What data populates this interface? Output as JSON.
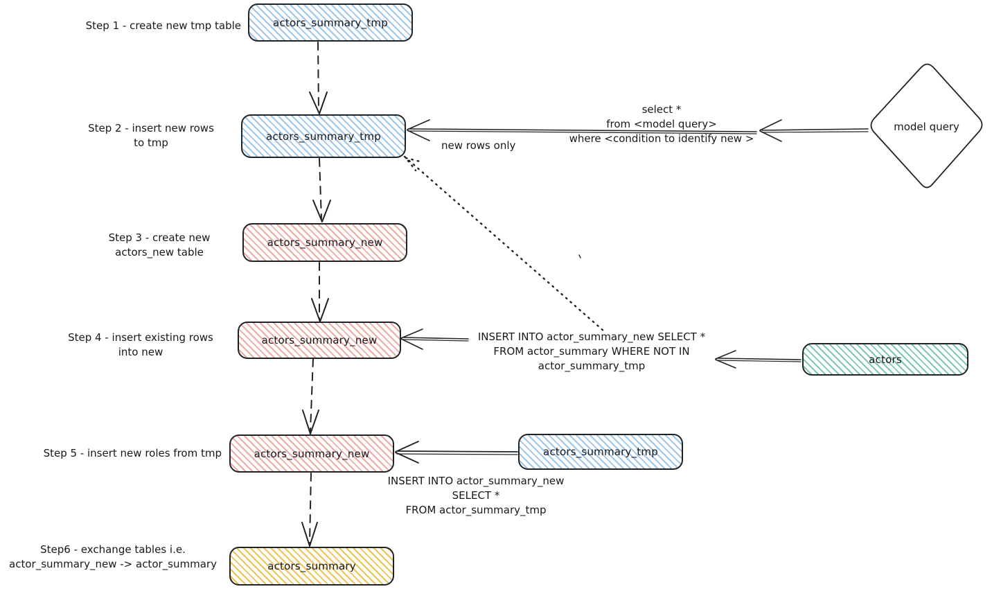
{
  "diagram": {
    "title": "Incremental model rebuild via tmp and new tables",
    "background": "#ffffff",
    "stroke": "#1f2326",
    "palette": {
      "blue": "#9dc6ea",
      "red": "#f0a9a4",
      "teal": "#7bc9b6",
      "yellow": "#f0c252",
      "text": "#16181a"
    }
  },
  "steps": [
    {
      "id": "step1",
      "label": "Step 1 - create new tmp table"
    },
    {
      "id": "step2",
      "label": "Step 2 - insert new rows\nto tmp"
    },
    {
      "id": "step3",
      "label": "Step 3 - create new\nactors_new table"
    },
    {
      "id": "step4",
      "label": "Step 4 - insert existing rows\ninto new"
    },
    {
      "id": "step5",
      "label": "Step 5 - insert new roles from tmp"
    },
    {
      "id": "step6",
      "label": "Step6 - exchange tables i.e.\nactor_summary_new -> actor_summary"
    }
  ],
  "nodes": [
    {
      "id": "tmp1",
      "label": "actors_summary_tmp",
      "color": "blue"
    },
    {
      "id": "tmp2",
      "label": "actors_summary_tmp",
      "color": "blue"
    },
    {
      "id": "new3",
      "label": "actors_summary_new",
      "color": "red"
    },
    {
      "id": "new4",
      "label": "actors_summary_new",
      "color": "red"
    },
    {
      "id": "new5",
      "label": "actors_summary_new",
      "color": "red"
    },
    {
      "id": "summary6",
      "label": "actors_summary",
      "color": "yellow"
    },
    {
      "id": "actors",
      "label": "actors",
      "color": "teal"
    },
    {
      "id": "tmp5",
      "label": "actors_summary_tmp",
      "color": "blue"
    }
  ],
  "shapes": [
    {
      "id": "model_query",
      "label": "model query",
      "kind": "diamond"
    }
  ],
  "edge_labels": [
    {
      "id": "new_rows_only",
      "text": "new rows only"
    },
    {
      "id": "model_query_sql",
      "text": "select *\nfrom <model query>\nwhere <condition to identify new >"
    },
    {
      "id": "insert_existing_sql",
      "text": "INSERT INTO actor_summary_new SELECT *\nFROM actor_summary WHERE NOT IN\nactor_summary_tmp"
    },
    {
      "id": "insert_new_roles_sql",
      "text": "INSERT INTO actor_summary_new\nSELECT *\nFROM actor_summary_tmp"
    }
  ]
}
